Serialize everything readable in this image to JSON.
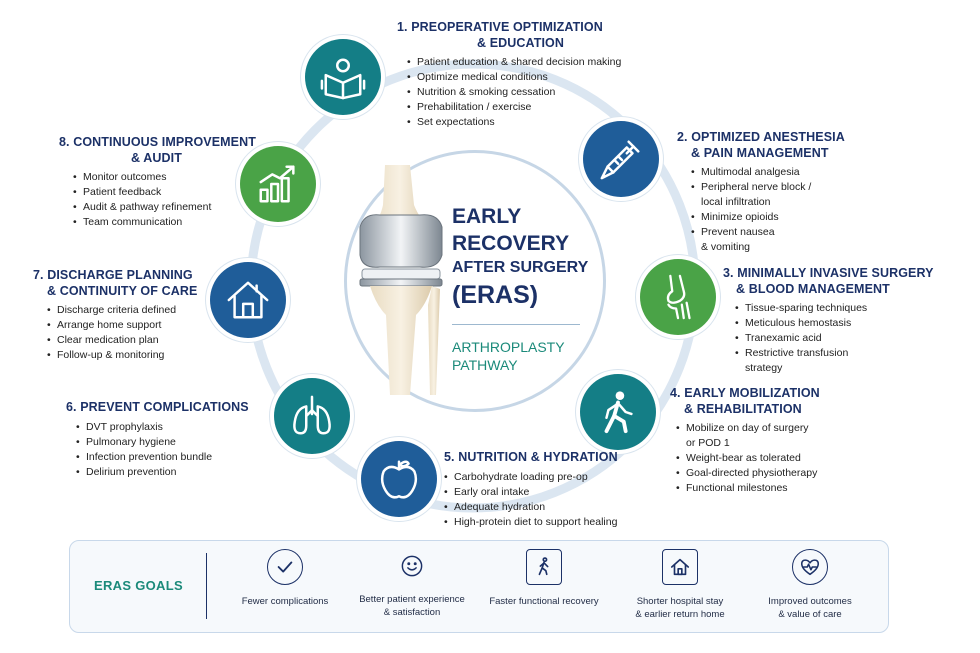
{
  "center": {
    "title_line1": "EARLY",
    "title_line2": "RECOVERY",
    "title_line3": "AFTER SURGERY",
    "title_line4": "(ERAS)",
    "pathway_line1": "ARTHROPLASTY",
    "pathway_line2": "PATHWAY"
  },
  "steps": [
    {
      "title_lines": [
        "1. PREOPERATIVE OPTIMIZATION",
        "& EDUCATION"
      ],
      "bullets": [
        "Patient education & shared decision making",
        "Optimize medical conditions",
        "Nutrition & smoking cessation",
        "Prehabilitation / exercise",
        "Set expectations"
      ],
      "icon": "reading-person-icon",
      "color": "#147e86"
    },
    {
      "title_lines": [
        "2. OPTIMIZED ANESTHESIA",
        "& PAIN MANAGEMENT"
      ],
      "bullets": [
        "Multimodal analgesia",
        "Peripheral nerve block /",
        "local infiltration",
        "Minimize opioids",
        "Prevent nausea",
        "& vomiting"
      ],
      "icon": "syringe-icon",
      "color": "#1f5d99"
    },
    {
      "title_lines": [
        "3. MINIMALLY INVASIVE SURGERY",
        "& BLOOD MANAGEMENT"
      ],
      "bullets": [
        "Tissue-sparing techniques",
        "Meticulous hemostasis",
        "Tranexamic acid",
        "Restrictive transfusion",
        "strategy"
      ],
      "icon": "knee-joint-icon",
      "color": "#4aa347"
    },
    {
      "title_lines": [
        "4. EARLY MOBILIZATION",
        "& REHABILITATION"
      ],
      "bullets": [
        "Mobilize on day of surgery",
        "or POD 1",
        "Weight-bear as tolerated",
        "Goal-directed physiotherapy",
        "Functional milestones"
      ],
      "icon": "walking-person-icon",
      "color": "#147e86"
    },
    {
      "title_lines": [
        "5. NUTRITION & HYDRATION"
      ],
      "bullets": [
        "Carbohydrate loading pre-op",
        "Early oral intake",
        "Adequate hydration",
        "High-protein diet to support healing"
      ],
      "icon": "apple-icon",
      "color": "#1f5d99"
    },
    {
      "title_lines": [
        "6. PREVENT COMPLICATIONS"
      ],
      "bullets": [
        "DVT prophylaxis",
        "Pulmonary hygiene",
        "Infection prevention bundle",
        "Delirium prevention"
      ],
      "icon": "lungs-icon",
      "color": "#147e86"
    },
    {
      "title_lines": [
        "7. DISCHARGE PLANNING",
        "& CONTINUITY OF CARE"
      ],
      "bullets": [
        "Discharge criteria defined",
        "Arrange home support",
        "Clear medication plan",
        "Follow-up & monitoring"
      ],
      "icon": "home-icon",
      "color": "#1f5d99"
    },
    {
      "title_lines": [
        "8. CONTINUOUS IMPROVEMENT",
        "& AUDIT"
      ],
      "bullets": [
        "Monitor outcomes",
        "Patient feedback",
        "Audit & pathway refinement",
        "Team communication"
      ],
      "icon": "bar-chart-trend-icon",
      "color": "#4aa347"
    }
  ],
  "goals": {
    "label": "ERAS GOALS",
    "items": [
      {
        "line1": "Fewer complications",
        "line2": "",
        "icon": "checkmark-icon"
      },
      {
        "line1": "Better patient experience",
        "line2": "& satisfaction",
        "icon": "smiley-icon"
      },
      {
        "line1": "Faster functional recovery",
        "line2": "",
        "icon": "walking-person-icon"
      },
      {
        "line1": "Shorter hospital stay",
        "line2": "& earlier return home",
        "icon": "home-icon"
      },
      {
        "line1": "Improved outcomes",
        "line2": "& value of care",
        "icon": "heart-pulse-icon"
      }
    ]
  },
  "colors": {
    "navy": "#1c3167",
    "teal": "#147e86",
    "blue": "#1f5d99",
    "green": "#4aa347",
    "ring": "#dbe6f1"
  }
}
